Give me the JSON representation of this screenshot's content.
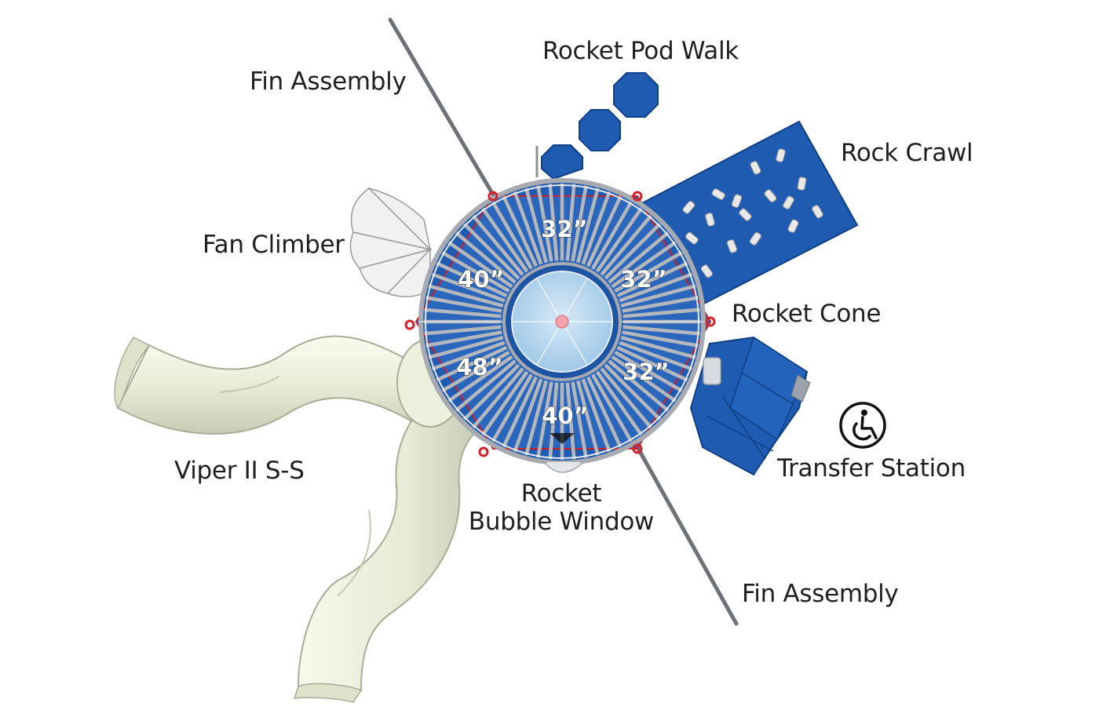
{
  "labels": {
    "rocket_pod_walk": "Rocket Pod Walk",
    "fin_assembly_top": "Fin Assembly",
    "rock_crawl": "Rock Crawl",
    "fan_climber": "Fan Climber",
    "rocket_cone": "Rocket Cone",
    "viper": "Viper II S-S",
    "transfer_station": "Transfer Station",
    "bubble_window_line1": "Rocket",
    "bubble_window_line2": "Bubble Window",
    "fin_assembly_bottom": "Fin Assembly"
  },
  "deck_heights": {
    "top": "32”",
    "upper_left": "40”",
    "upper_right": "32”",
    "lower_left": "48”",
    "lower_right": "32”",
    "bottom": "40”"
  },
  "icons": {
    "accessibility": "wheelchair-accessible-icon"
  },
  "colors": {
    "deck_blue": "#1f5bb0",
    "dark_blue": "#164a98",
    "slide_cream": "#eef0de",
    "rail_gray": "#8c9096",
    "bubble": "#b9d8ef"
  }
}
